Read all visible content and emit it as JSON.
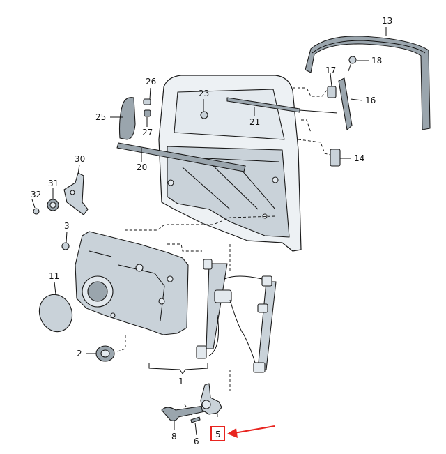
{
  "diagram": {
    "callouts": {
      "c1": "1",
      "c2": "2",
      "c3": "3",
      "c5": "5",
      "c6": "6",
      "c8": "8",
      "c11": "11",
      "c13": "13",
      "c14": "14",
      "c16": "16",
      "c17": "17",
      "c18": "18",
      "c20": "20",
      "c21": "21",
      "c23": "23",
      "c25": "25",
      "c26": "26",
      "c27": "27",
      "c30": "30",
      "c31": "31",
      "c32": "32"
    },
    "highlighted_part": "5",
    "highlight_color": "#e8241f"
  }
}
